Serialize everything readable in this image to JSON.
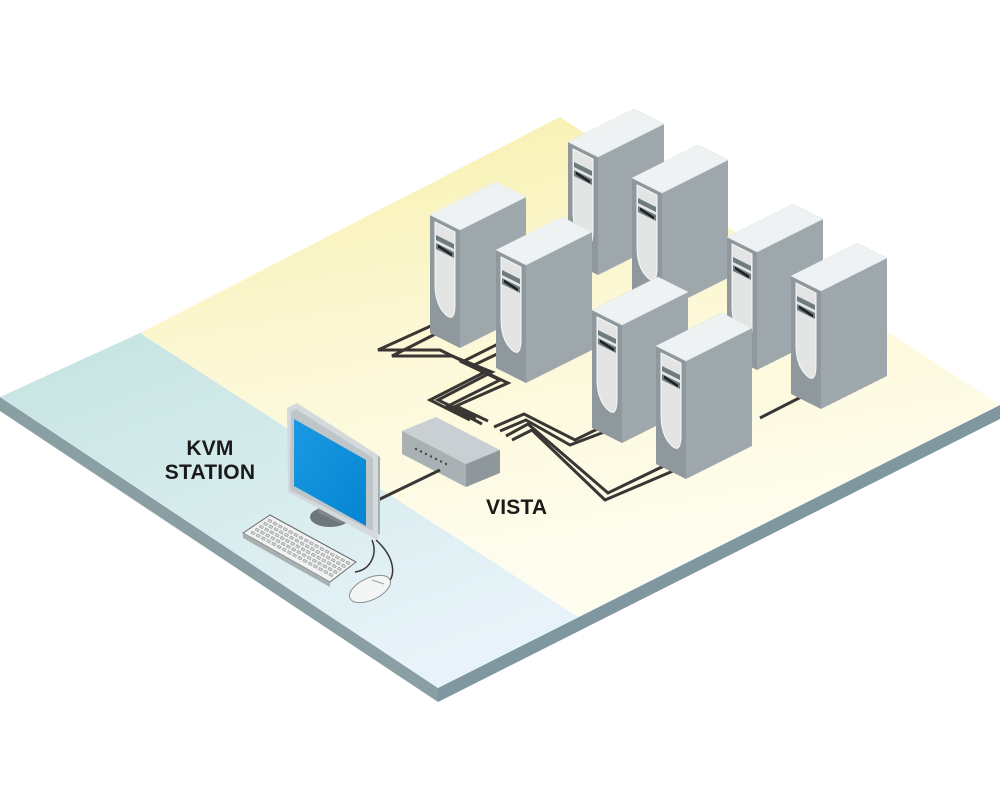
{
  "diagram": {
    "title": "KVM station connected through VISTA switch to multiple servers",
    "labels": {
      "kvm_station_line1": "KVM",
      "kvm_station_line2": "STATION",
      "switch": "VISTA"
    },
    "nodes": [
      {
        "id": "kvm-station",
        "type": "workstation",
        "components": [
          "monitor",
          "keyboard",
          "mouse"
        ]
      },
      {
        "id": "vista",
        "type": "kvm-switch"
      },
      {
        "id": "server-1",
        "type": "tower-server"
      },
      {
        "id": "server-2",
        "type": "tower-server"
      },
      {
        "id": "server-3",
        "type": "tower-server"
      },
      {
        "id": "server-4",
        "type": "tower-server"
      },
      {
        "id": "server-5",
        "type": "tower-server"
      },
      {
        "id": "server-6",
        "type": "tower-server"
      },
      {
        "id": "server-7",
        "type": "tower-server"
      },
      {
        "id": "server-8",
        "type": "tower-server"
      }
    ],
    "edges": [
      {
        "from": "kvm-station",
        "to": "vista"
      },
      {
        "from": "vista",
        "to": "server-1"
      },
      {
        "from": "vista",
        "to": "server-2"
      },
      {
        "from": "vista",
        "to": "server-3"
      },
      {
        "from": "vista",
        "to": "server-4"
      },
      {
        "from": "vista",
        "to": "server-5"
      },
      {
        "from": "vista",
        "to": "server-6"
      },
      {
        "from": "vista",
        "to": "server-7"
      },
      {
        "from": "vista",
        "to": "server-8"
      }
    ],
    "colors": {
      "zone_station": "#cfe8ea",
      "zone_servers": "#fbf6cf",
      "platform_edge": "#8a9fa3",
      "screen": "#0a8fdc",
      "server_side": "#9ea7ac",
      "server_top": "#eef2f3",
      "cable": "#3a3634"
    }
  }
}
